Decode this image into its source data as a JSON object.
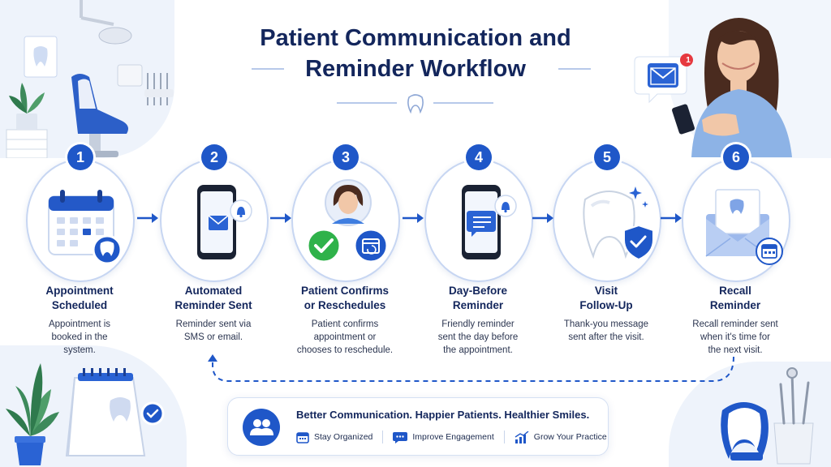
{
  "title": {
    "line1": "Patient Communication and",
    "line2": "Reminder Workflow"
  },
  "steps": [
    {
      "number": "1",
      "title": [
        "Appointment",
        "Scheduled"
      ],
      "desc": [
        "Appointment is",
        "booked in the",
        "system."
      ]
    },
    {
      "number": "2",
      "title": [
        "Automated",
        "Reminder Sent"
      ],
      "desc": [
        "Reminder sent via",
        "SMS or email."
      ]
    },
    {
      "number": "3",
      "title": [
        "Patient Confirms",
        "or Reschedules"
      ],
      "desc": [
        "Patient confirms",
        "appointment or",
        "chooses to reschedule."
      ]
    },
    {
      "number": "4",
      "title": [
        "Day-Before",
        "Reminder"
      ],
      "desc": [
        "Friendly reminder",
        "sent the day before",
        "the appointment."
      ]
    },
    {
      "number": "5",
      "title": [
        "Visit",
        "Follow-Up"
      ],
      "desc": [
        "Thank-you message",
        "sent after the visit."
      ]
    },
    {
      "number": "6",
      "title": [
        "Recall",
        "Reminder"
      ],
      "desc": [
        "Recall reminder sent",
        "when it's time for",
        "the next visit."
      ]
    }
  ],
  "banner": {
    "headline": "Better Communication. Happier Patients. Healthier Smiles.",
    "items": [
      "Stay Organized",
      "Improve Engagement",
      "Grow Your Practice"
    ]
  },
  "notification_count": "1",
  "colors": {
    "primary": "#1f57c8",
    "navy": "#13265c",
    "light": "#eef3fb",
    "success": "#2fb24a"
  }
}
